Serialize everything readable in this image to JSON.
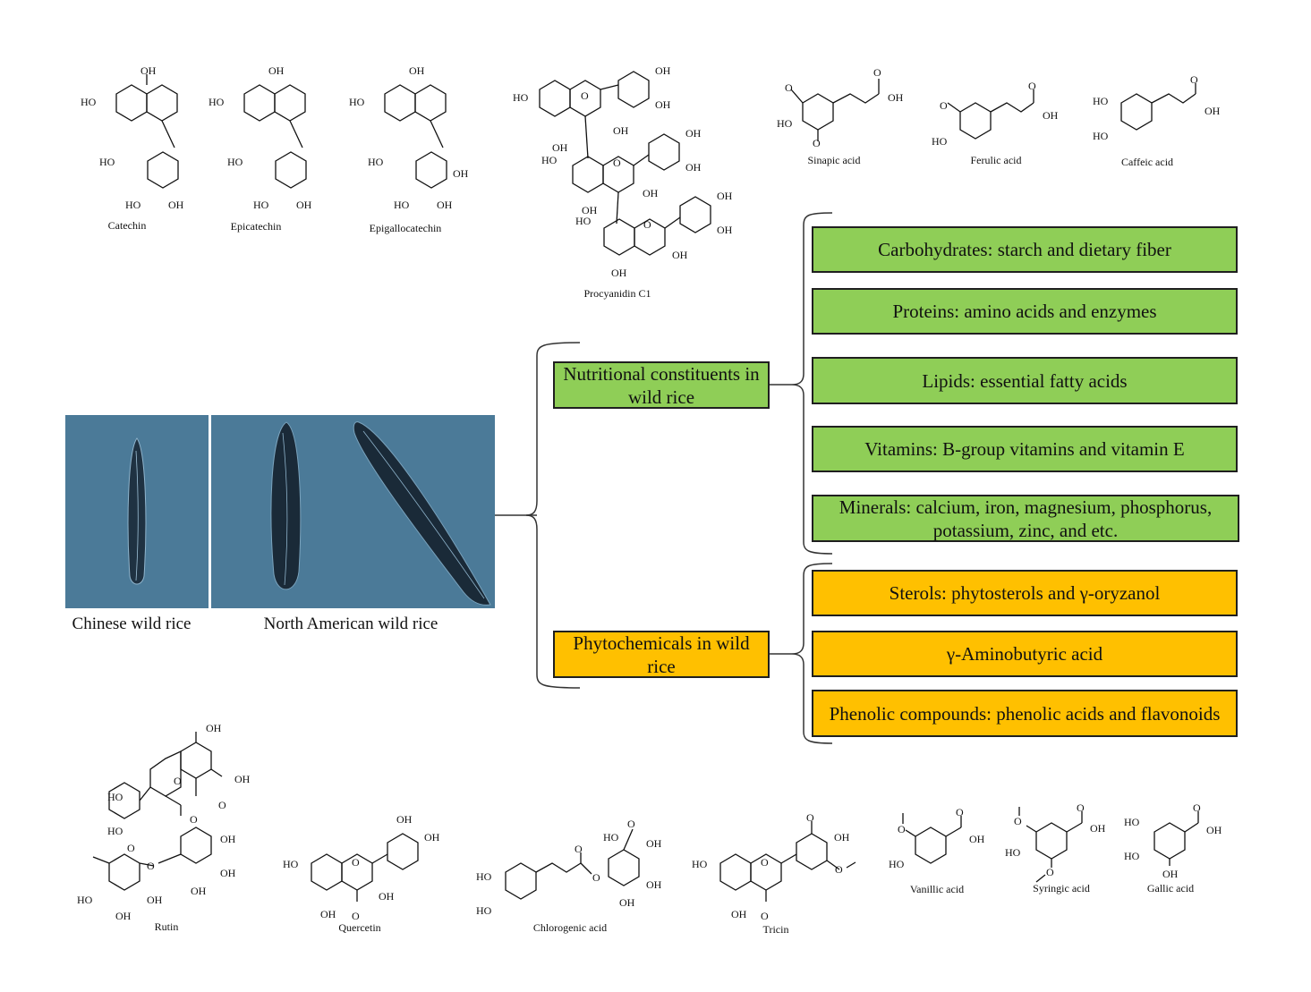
{
  "images": {
    "chinese_wild_rice": "Chinese wild rice",
    "north_american_wild_rice": "North American wild rice"
  },
  "categories": {
    "nutritional": "Nutritional constituents in wild rice",
    "phytochemicals": "Phytochemicals in wild rice"
  },
  "nutritional_items": [
    "Carbohydrates: starch and dietary fiber",
    "Proteins: amino acids and enzymes",
    "Lipids: essential fatty acids",
    "Vitamins: B-group vitamins and vitamin E",
    "Minerals: calcium, iron, magnesium, phosphorus, potassium, zinc, and etc."
  ],
  "phytochemical_items": [
    "Sterols: phytosterols and γ-oryzanol",
    "γ-Aminobutyric acid",
    "Phenolic compounds: phenolic acids and flavonoids"
  ],
  "structures_top": {
    "catechin": "Catechin",
    "epicatechin": "Epicatechin",
    "epigallocatechin": "Epigallocatechin",
    "procyanidin_c1": "Procyanidin C1",
    "sinapic_acid": "Sinapic acid",
    "ferulic_acid": "Ferulic acid",
    "caffeic_acid": "Caffeic acid"
  },
  "structures_bottom": {
    "rutin": "Rutin",
    "quercetin": "Quercetin",
    "chlorogenic_acid": "Chlorogenic acid",
    "tricin": "Tricin",
    "vanillic_acid": "Vanillic acid",
    "syringic_acid": "Syringic acid",
    "gallic_acid": "Gallic acid"
  },
  "atom_labels": {
    "oh": "OH",
    "ho": "HO",
    "o": "O"
  },
  "colors": {
    "nutritional": "#8fce57",
    "phytochemical": "#ffc000",
    "photo_background": "#4b7a98"
  }
}
